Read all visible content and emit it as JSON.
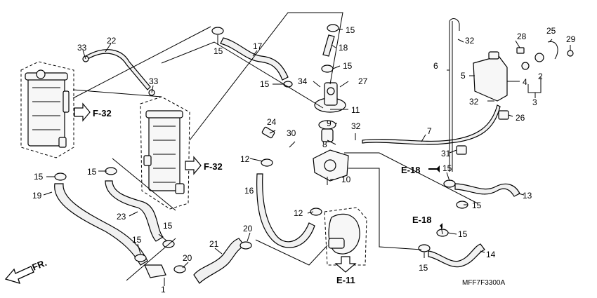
{
  "callouts": {
    "c1": "1",
    "c2": "2",
    "c3": "3",
    "c4": "4",
    "c5": "5",
    "c6": "6",
    "c7": "7",
    "c8": "8",
    "c9": "9",
    "c10": "10",
    "c11": "11",
    "c12": "12",
    "c13": "13",
    "c14": "14",
    "c15": "15",
    "c16": "16",
    "c17": "17",
    "c18": "18",
    "c19": "19",
    "c20": "20",
    "c21": "21",
    "c22": "22",
    "c23": "23",
    "c24": "24",
    "c25": "25",
    "c26": "26",
    "c27": "27",
    "c28": "28",
    "c29": "29",
    "c30": "30",
    "c31": "31",
    "c32": "32",
    "c33": "33",
    "c34": "34"
  },
  "references": {
    "f32": "F-32",
    "e18": "E-18",
    "e11": "E-11",
    "fr": "FR."
  },
  "diagram_code": "MFF7F3300A"
}
